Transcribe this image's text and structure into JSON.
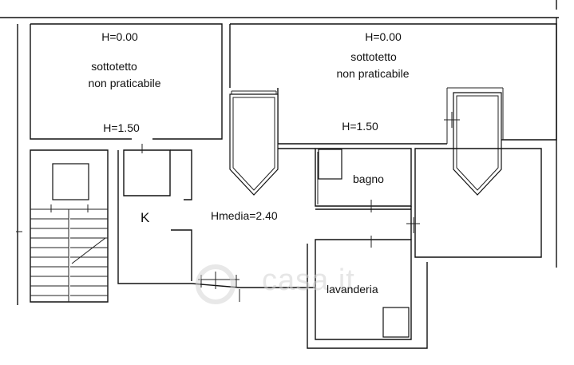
{
  "plan": {
    "attic_left": {
      "height_top": "H=0.00",
      "name_line1": "sottotetto",
      "name_line2": "non praticabile",
      "height_bottom": "H=1.50"
    },
    "attic_right": {
      "height_top": "H=0.00",
      "name_line1": "sottotetto",
      "name_line2": "non praticabile",
      "height_bottom": "H=1.50"
    },
    "rooms": {
      "kitchen": "K",
      "average_height": "Hmedia=2.40",
      "bathroom": "bagno",
      "laundry": "lavanderia"
    },
    "watermark": "casa.it"
  },
  "colors": {
    "line": "#111111",
    "background": "#ffffff",
    "watermark": "#d2d2d2"
  }
}
